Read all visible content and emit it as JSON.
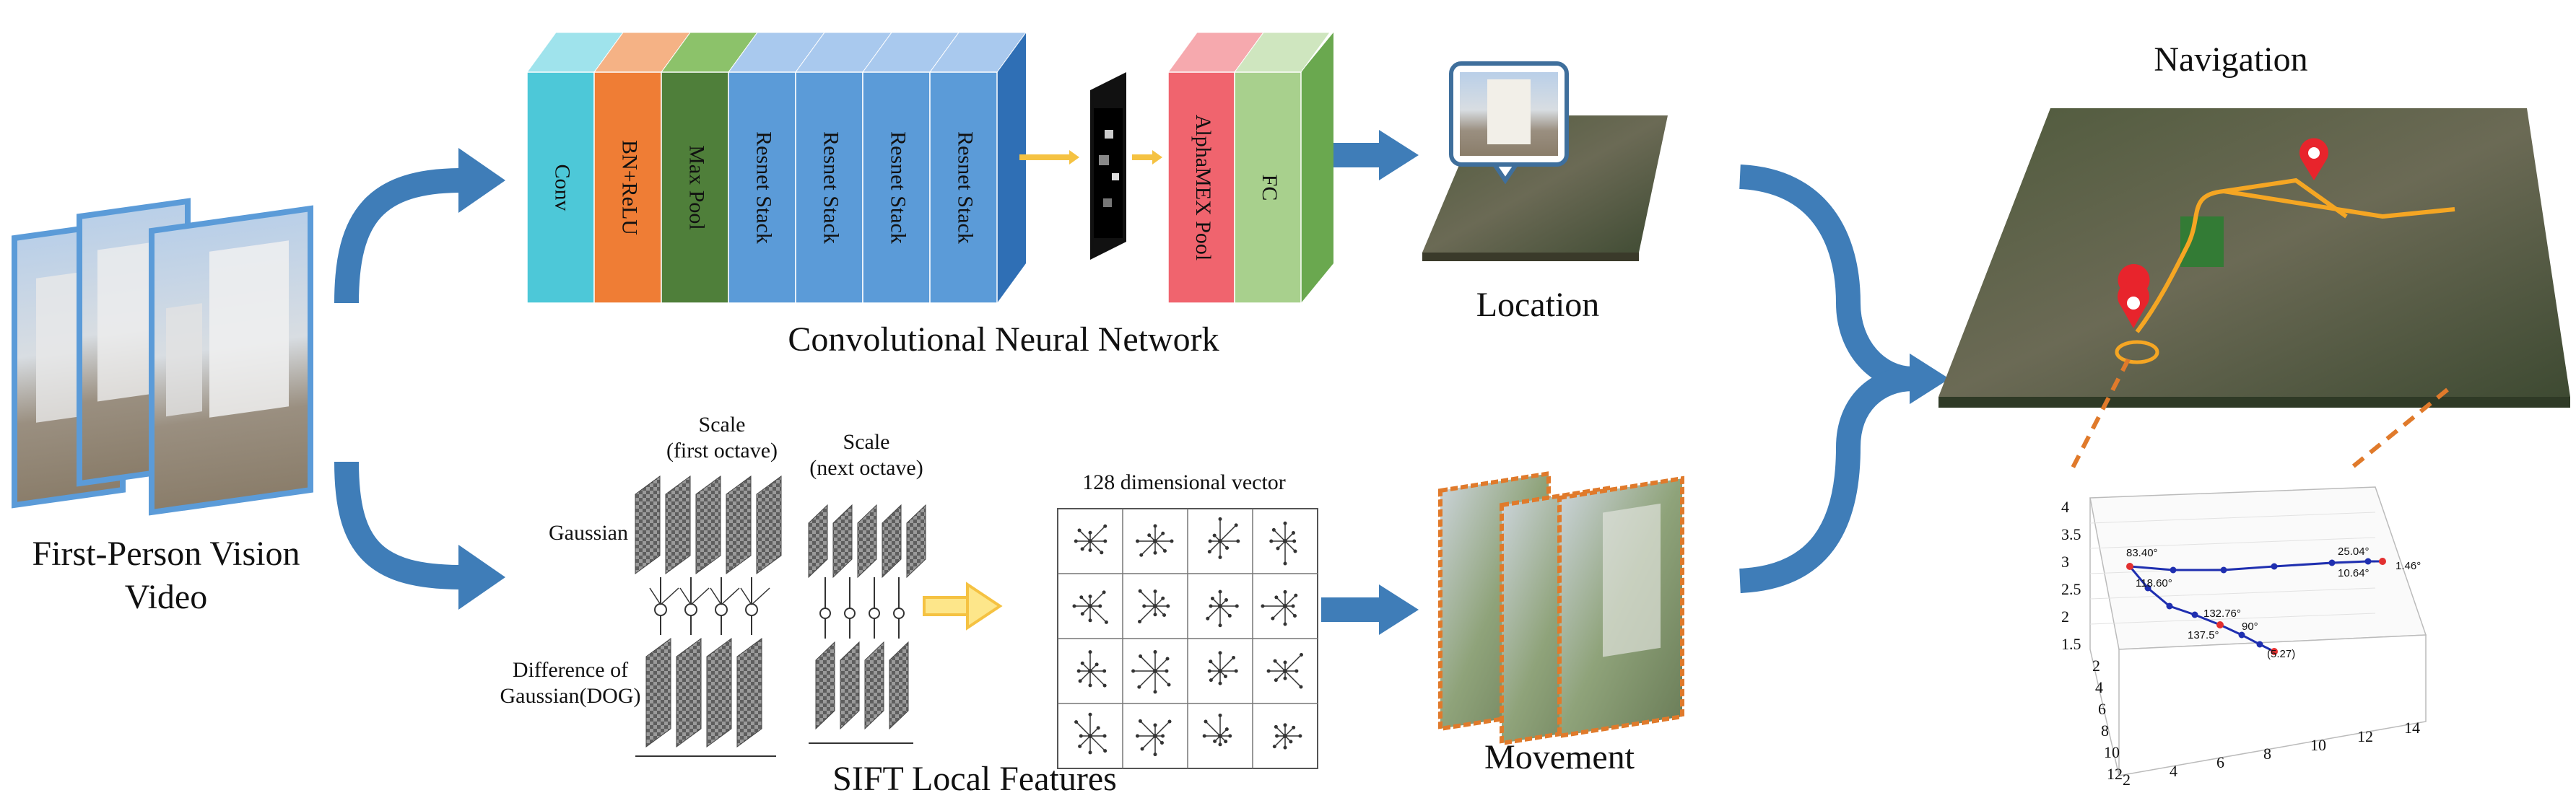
{
  "labels": {
    "input_line1": "First-Person Vision",
    "input_line2": "Video",
    "cnn_title": "Convolutional Neural Network",
    "sift_title": "SIFT Local Features",
    "location": "Location",
    "movement": "Movement",
    "navigation": "Navigation",
    "scale_first_1": "Scale",
    "scale_first_2": "(first octave)",
    "scale_next_1": "Scale",
    "scale_next_2": "(next octave)",
    "gaussian": "Gaussian",
    "dog_1": "Difference of",
    "dog_2": "Gaussian(DOG)",
    "vector_title": "128 dimensional vector"
  },
  "cnn_layers": [
    {
      "label": "Conv",
      "color": "#4dc8d8",
      "top": "#9fe3ec"
    },
    {
      "label": "BN+ReLU",
      "color": "#ef7d35",
      "top": "#f5b285"
    },
    {
      "label": "Max Pool",
      "color": "#4f7f3a",
      "top": "#8cc26a"
    },
    {
      "label": "Resnet Stack",
      "color": "#5b9bd8",
      "top": "#a9c9ee"
    },
    {
      "label": "Resnet Stack",
      "color": "#5b9bd8",
      "top": "#a9c9ee"
    },
    {
      "label": "Resnet Stack",
      "color": "#5b9bd8",
      "top": "#a9c9ee"
    },
    {
      "label": "Resnet Stack",
      "color": "#5b9bd8",
      "top": "#a9c9ee"
    }
  ],
  "head_layers": [
    {
      "label": "AlphaMEX Pool",
      "color": "#f0646e",
      "top": "#f6a9ae"
    },
    {
      "label": "FC",
      "color": "#a8d08d",
      "top": "#cfe6bf"
    }
  ],
  "colors": {
    "flow_arrow": "#3f7db8",
    "yellow_arrow": "#f5c242",
    "route": "#f5a623",
    "pin": "#e8242c",
    "dashed": "#e07a2b",
    "traj_line": "#1f2fb0",
    "traj_point": "#e23030"
  },
  "plot": {
    "x_ticks": [
      "2",
      "4",
      "6",
      "8",
      "10",
      "12",
      "14"
    ],
    "y_ticks": [
      "2",
      "4",
      "6",
      "8",
      "10",
      "12"
    ],
    "z_ticks": [
      "1.5",
      "2",
      "2.5",
      "3",
      "3.5",
      "4"
    ],
    "annotations": [
      "83.40°",
      "118.60°",
      "132.76°",
      "137.5°",
      "90°",
      "(5.27)",
      "25.04°",
      "10.64°",
      "1.46°"
    ]
  }
}
